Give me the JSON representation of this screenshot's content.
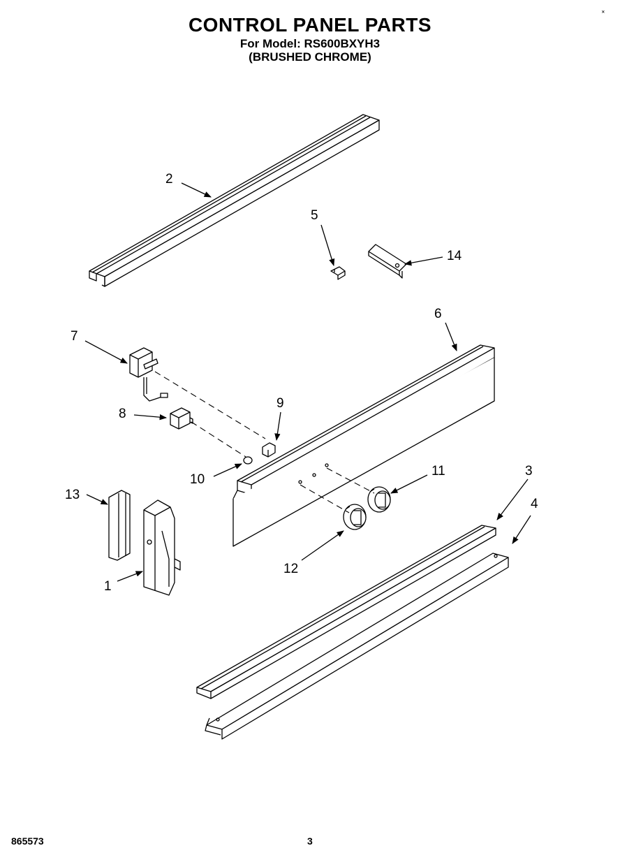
{
  "header": {
    "title": "CONTROL PANEL PARTS",
    "model_line": "For Model: RS600BXYH3",
    "finish_line": "(BRUSHED CHROME)"
  },
  "callouts": [
    "1",
    "2",
    "3",
    "4",
    "5",
    "6",
    "7",
    "8",
    "9",
    "10",
    "11",
    "12",
    "13",
    "14"
  ],
  "footer": {
    "doc_number": "865573",
    "page_number": "3"
  },
  "corner_mark": "˟"
}
